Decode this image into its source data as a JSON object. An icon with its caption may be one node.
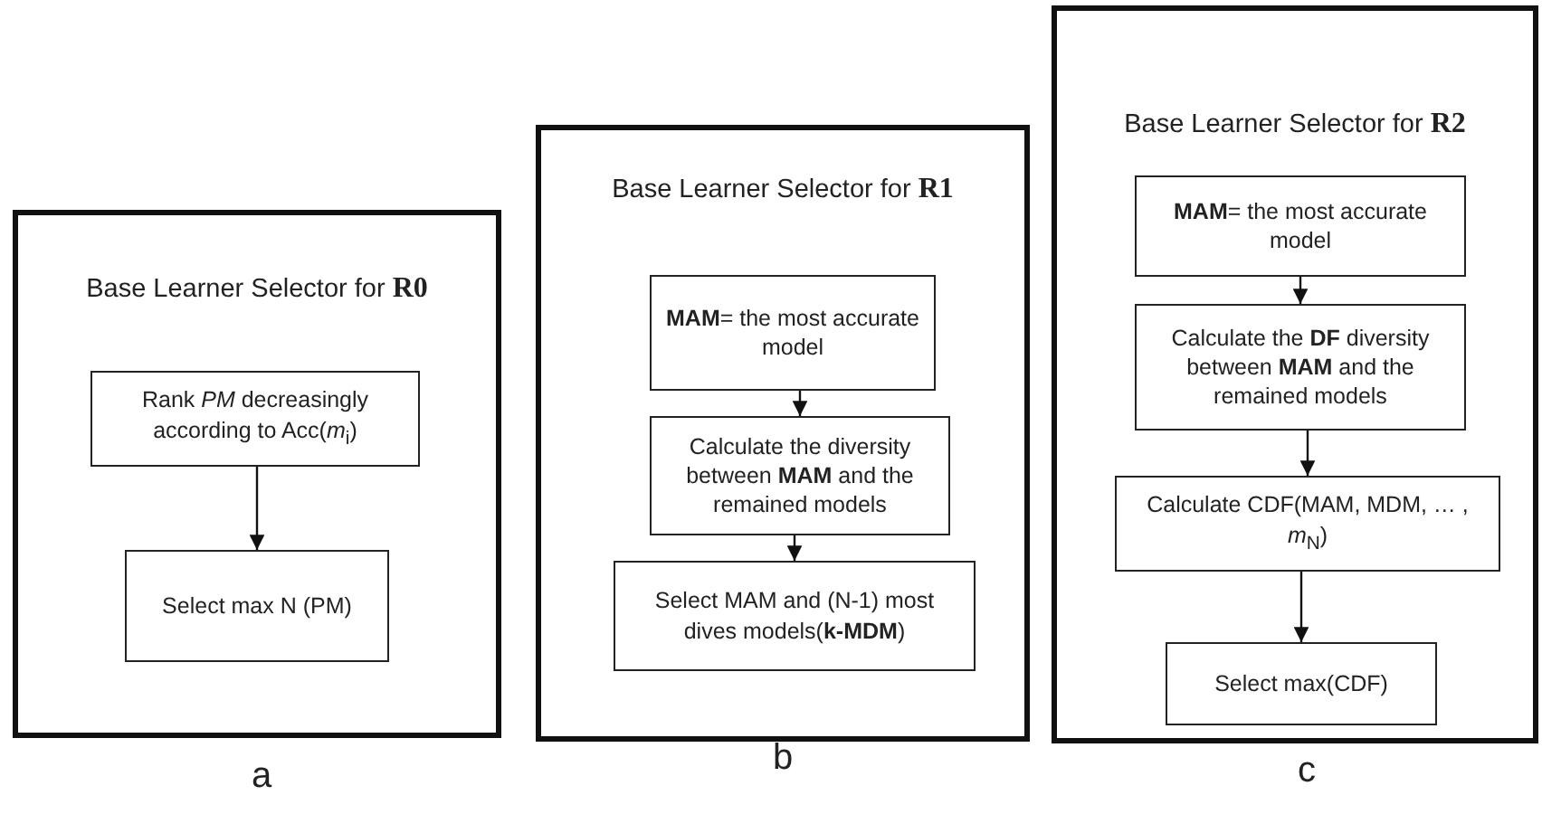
{
  "diagram": {
    "nodes": [
      {
        "text": [
          "Base Learner Selector for **R0**"
        ]
      },
      {
        "text": [
          "Rank *PM* decreasingly according to Acc(*m*$_{i}$)"
        ],
        "in": 0
      },
      {
        "text": [
          "Select max N (PM)"
        ],
        "in": 0
      },
      {
        "text": [
          "Base Learner Selector for **R1**"
        ]
      },
      {
        "text": [
          "**MAM**= the most accurate model"
        ],
        "in": 3
      },
      {
        "text": [
          "Calculate the diversity between **MAM** and the remained models"
        ],
        "in": 3
      },
      {
        "text": [
          "Select MAM and (N-1) most dives models(**k-MDM**)"
        ],
        "in": 3
      },
      {
        "text": [
          "Base Learner Selector for **R2**"
        ]
      },
      {
        "text": [
          "**MAM**= the most accurate model"
        ],
        "in": 7
      },
      {
        "text": [
          "Calculate the **DF** diversity between **MAM** and the remained models"
        ],
        "in": 7
      },
      {
        "text": [
          "Calculate CDF(MAM, MDM, … , *m*$_{N}$)"
        ],
        "in": 7
      },
      {
        "text": [
          "Select max(CDF)"
        ],
        "in": 7
      }
    ],
    "edges": [
      {
        "from": 1,
        "to": 2,
        "arrow": "to"
      },
      {
        "from": 4,
        "to": 5,
        "arrow": "to"
      },
      {
        "from": 5,
        "to": 6,
        "arrow": "to"
      },
      {
        "from": 8,
        "to": 9,
        "arrow": "to"
      },
      {
        "from": 9,
        "to": 10,
        "arrow": "to"
      },
      {
        "from": 10,
        "to": 11,
        "arrow": "to"
      }
    ],
    "labels": [
      "a",
      "b",
      "c"
    ]
  }
}
